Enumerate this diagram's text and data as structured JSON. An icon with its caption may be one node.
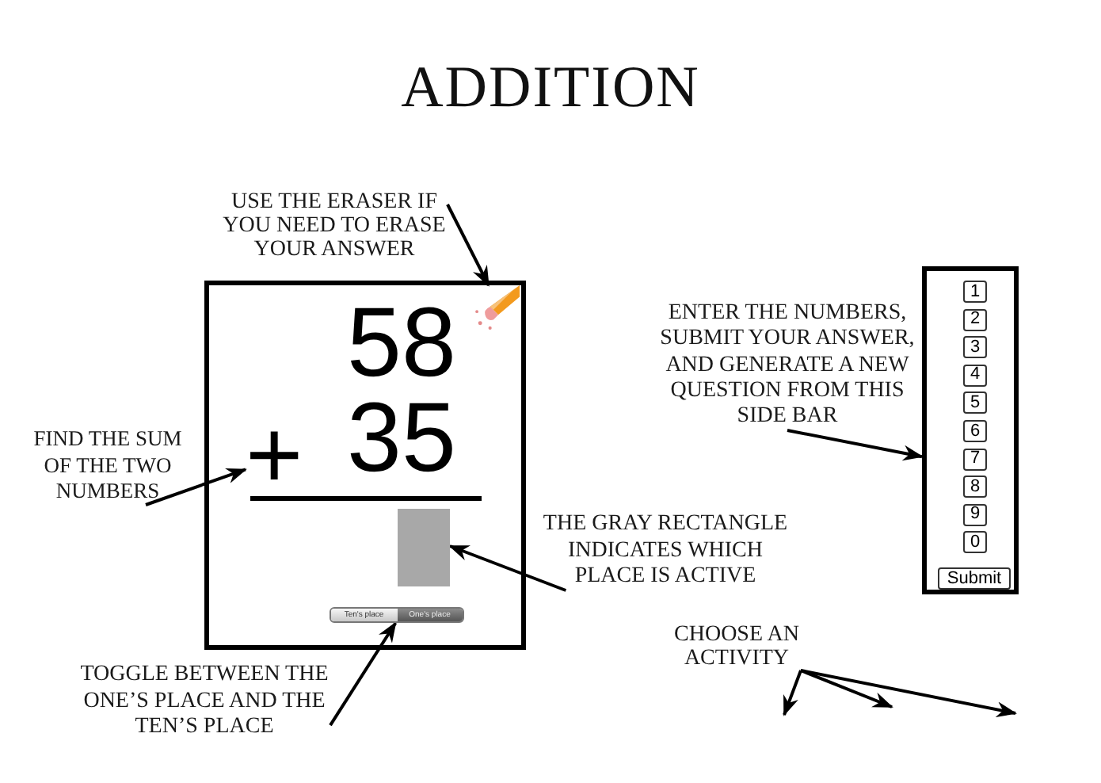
{
  "diagram": {
    "title": "ADDITION",
    "nodes": [
      {
        "text": [
          "USE THE ERASER IF YOU NEED TO ERASE YOUR ANSWER"
        ]
      },
      {
        "text": [
          "58",
          "35"
        ]
      },
      {
        "text": [],
        "shape": "picture",
        "in": 1
      },
      {
        "text": [
          "+"
        ],
        "in": 1
      },
      {
        "text": [],
        "shape": "box",
        "in": 1
      },
      {
        "text": [
          "Ten's place",
          "One's place"
        ],
        "in": 1
      },
      {
        "text": [
          "ENTER THE NUMBERS, SUBMIT YOUR ANSWER, AND GENERATE A NEW QUESTION FROM THIS SIDE BAR"
        ]
      },
      {
        "text": [],
        "shape": "box"
      },
      {
        "text": [
          "1"
        ],
        "in": 7
      },
      {
        "text": [
          "2"
        ],
        "in": 7
      },
      {
        "text": [
          "3"
        ],
        "in": 7
      },
      {
        "text": [
          "4"
        ],
        "in": 7
      },
      {
        "text": [
          "5"
        ],
        "in": 7
      },
      {
        "text": [
          "6"
        ],
        "in": 7
      },
      {
        "text": [
          "7"
        ],
        "in": 7
      },
      {
        "text": [
          "8"
        ],
        "in": 7
      },
      {
        "text": [
          "9"
        ],
        "in": 7
      },
      {
        "text": [
          "0"
        ],
        "in": 7
      },
      {
        "text": [
          "Submit"
        ],
        "in": 7
      },
      {
        "text": [
          "FIND THE SUM OF THE TWO NUMBERS"
        ]
      },
      {
        "text": [
          "THE GRAY RECTANGLE INDICATES WHICH PLACE IS ACTIVE"
        ]
      },
      {
        "text": [
          "TOGGLE BETWEEN THE ONE’S PLACE AND THE TEN’S PLACE"
        ]
      },
      {
        "text": [
          "CHOOSE AN ACTIVITY"
        ]
      }
    ],
    "edges": [
      {
        "from": 0,
        "to": 2,
        "arrow": "to"
      },
      {
        "from": 6,
        "to": 7,
        "arrow": "to"
      },
      {
        "from": 19,
        "to": 3,
        "arrow": "to"
      },
      {
        "from": 20,
        "to": 4,
        "arrow": "to"
      },
      {
        "from": 21,
        "to": 5,
        "arrow": "to"
      },
      {
        "from": 22,
        "to": null,
        "arrow": "to"
      },
      {
        "from": 22,
        "to": null,
        "arrow": "to"
      },
      {
        "from": 22,
        "to": null,
        "arrow": "to"
      }
    ]
  }
}
